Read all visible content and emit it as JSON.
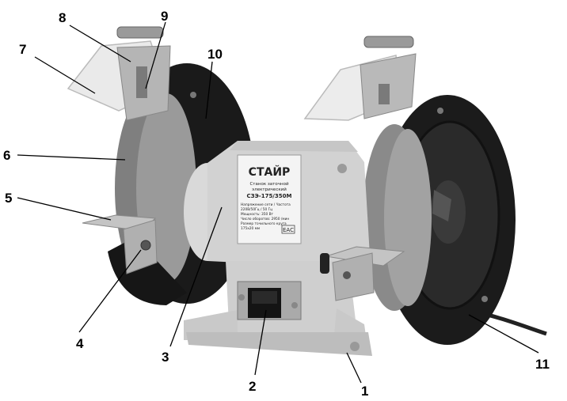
{
  "figure": {
    "callouts": [
      {
        "id": "1",
        "label": "1"
      },
      {
        "id": "2",
        "label": "2"
      },
      {
        "id": "3",
        "label": "3"
      },
      {
        "id": "4",
        "label": "4"
      },
      {
        "id": "5",
        "label": "5"
      },
      {
        "id": "6",
        "label": "6"
      },
      {
        "id": "7",
        "label": "7"
      },
      {
        "id": "8",
        "label": "8"
      },
      {
        "id": "9",
        "label": "9"
      },
      {
        "id": "10",
        "label": "10"
      },
      {
        "id": "11",
        "label": "11"
      }
    ],
    "nameplate": {
      "brand": "СТАЙР",
      "model_title_1": "Станок заточной",
      "model_title_2": "электрический",
      "model_code": "СЗЭ-175/350М",
      "specs": [
        "Напряжение сети / Частота",
        "220В/50Гц / 50 Гц",
        "Мощность: 350 Вт",
        "Число оборотов: 2950 /мин",
        "Размер точильного круга",
        "175х20 мм"
      ],
      "cert_mark": "EAC"
    },
    "colors": {
      "body": "#d4d4d4",
      "wheel_stone": "#8c8c8c",
      "guard_black": "#1c1c1c",
      "shield": "#e6e6e6",
      "label_bg": "#f4f4f4"
    }
  }
}
